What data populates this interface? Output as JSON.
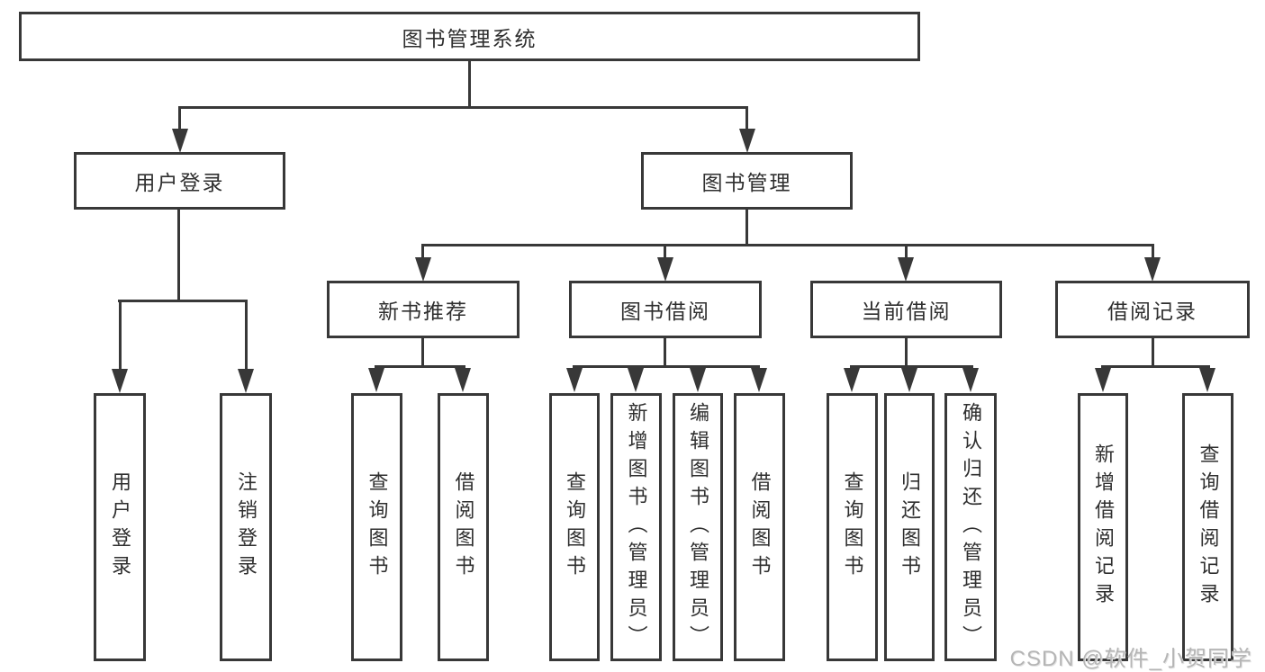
{
  "colors": {
    "line": "#383838",
    "text": "#2f2f2f",
    "background": "#ffffff",
    "watermark": "#b5b5b5"
  },
  "tree": {
    "root": {
      "label": "图书管理系统"
    },
    "level2": [
      {
        "label": "用户登录"
      },
      {
        "label": "图书管理"
      }
    ],
    "level3": [
      {
        "label": "新书推荐"
      },
      {
        "label": "图书借阅"
      },
      {
        "label": "当前借阅"
      },
      {
        "label": "借阅记录"
      }
    ],
    "leaves": {
      "login": [
        "用户登录",
        "注销登录"
      ],
      "recommend": [
        "查询图书",
        "借阅图书"
      ],
      "borrow": [
        "查询图书",
        "新增图书（管理员）",
        "编辑图书（管理员）",
        "借阅图书"
      ],
      "current": [
        "查询图书",
        "归还图书",
        "确认归还（管理员）"
      ],
      "records": [
        "新增借阅记录",
        "查询借阅记录"
      ]
    }
  },
  "watermark": {
    "text": "CSDN @软件_小贺同学"
  }
}
